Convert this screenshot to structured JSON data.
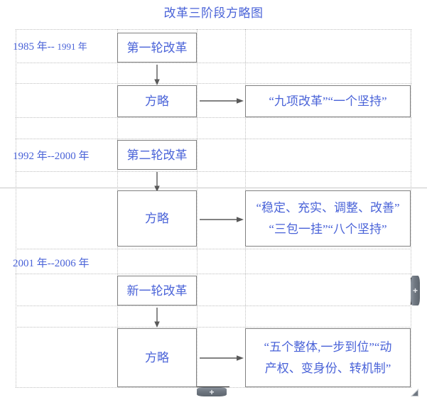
{
  "document": {
    "title": "改革三阶段方略图"
  },
  "phases": [
    {
      "id": "phase-1",
      "year_label_main": "1985 年--",
      "year_label_end": "1991 年",
      "stage_box": "第一轮改革",
      "strategy_box": "方略",
      "outcome_lines": [
        "“九项改革”“一个坚持”"
      ]
    },
    {
      "id": "phase-2",
      "year_label_main": "1992 年--2000 年",
      "year_label_end": "",
      "stage_box": "第二轮改革",
      "strategy_box": "方略",
      "outcome_lines": [
        "“稳定、充实、调整、改善”",
        "“三包一挂”“八个坚持”"
      ]
    },
    {
      "id": "phase-3",
      "year_label_main": "2001 年--2006 年",
      "year_label_end": "",
      "stage_box": "新一轮改革",
      "strategy_box": "方略",
      "outcome_lines": [
        "“五个整体,一步到位”“动",
        "产权、变身份、转机制”"
      ]
    }
  ],
  "icons": {
    "insert_column_handle": "plus-icon",
    "insert_row_handle": "plus-icon",
    "resize_grip": "resize-grip-icon",
    "arrow_down": "arrow-down-icon",
    "arrow_right": "arrow-right-icon"
  },
  "handles": {
    "plus_label": "+"
  },
  "colors": {
    "text_accent": "#4a63d8",
    "box_border": "#808080",
    "grid_line": "#bfbfbf",
    "connector": "#595959",
    "handle": "#6f7781"
  }
}
